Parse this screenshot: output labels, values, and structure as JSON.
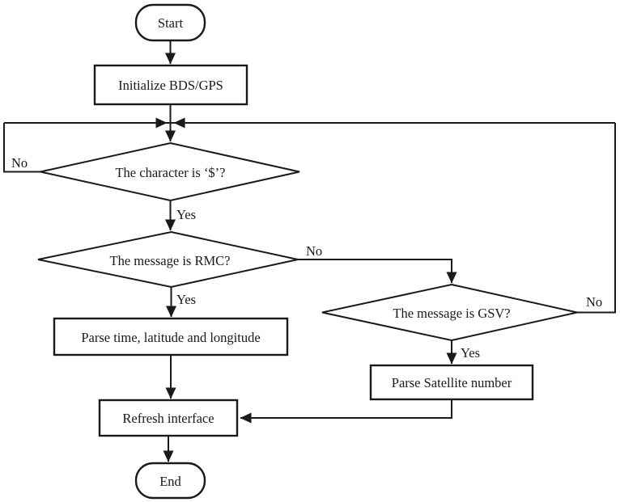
{
  "flowchart": {
    "description": "BDS/GPS NMEA message parsing flowchart",
    "colors": {
      "line": "#1a1a1a",
      "text": "#1a1a1a",
      "background": "#ffffff",
      "shape_fill": "#ffffff"
    },
    "nodes": [
      {
        "id": "start",
        "type": "terminator",
        "label": "Start"
      },
      {
        "id": "init",
        "type": "process",
        "label": "Initialize BDS/GPS"
      },
      {
        "id": "char-check",
        "type": "decision",
        "label": "The character is ‘$’?"
      },
      {
        "id": "rmc-check",
        "type": "decision",
        "label": "The message is RMC?"
      },
      {
        "id": "parse-time",
        "type": "process",
        "label": "Parse time, latitude and longitude"
      },
      {
        "id": "gsv-check",
        "type": "decision",
        "label": "The message is GSV?"
      },
      {
        "id": "parse-satellite",
        "type": "process",
        "label": "Parse Satellite number"
      },
      {
        "id": "refresh",
        "type": "process",
        "label": "Refresh interface"
      },
      {
        "id": "end",
        "type": "terminator",
        "label": "End"
      }
    ],
    "edge_labels": {
      "char_no": "No",
      "char_yes": "Yes",
      "rmc_no": "No",
      "rmc_yes": "Yes",
      "gsv_no": "No",
      "gsv_yes": "Yes"
    }
  }
}
